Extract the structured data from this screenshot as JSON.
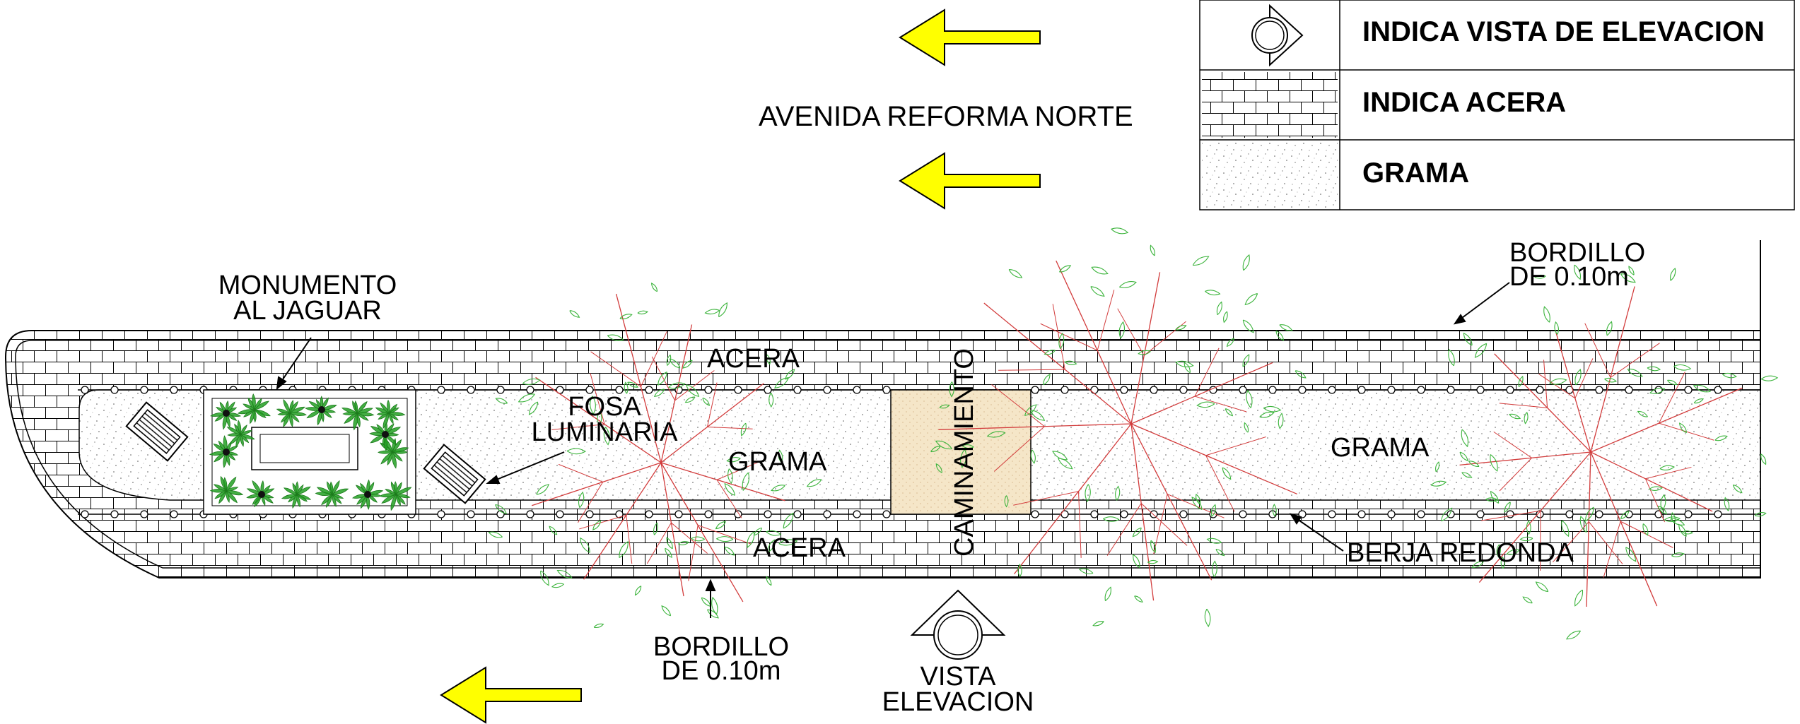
{
  "legend": {
    "rows": [
      {
        "icon": "elevation-view-symbol-icon",
        "text": "INDICA VISTA DE ELEVACION"
      },
      {
        "icon": "paving-pattern-icon",
        "text": "INDICA ACERA"
      },
      {
        "icon": "grass-stipple-icon",
        "text": "GRAMA"
      }
    ]
  },
  "street": {
    "name": "AVENIDA REFORMA NORTE",
    "arrow_color": "#ffff00"
  },
  "labels": {
    "monument": [
      "MONUMENTO",
      "AL JAGUAR"
    ],
    "fosa": [
      "FOSA",
      "LUMINARIA"
    ],
    "acera_top": "ACERA",
    "acera_bottom": "ACERA",
    "grama_left": "GRAMA",
    "grama_right": "GRAMA",
    "caminamiento": "CAMINAMIENTO",
    "bordillo_top": [
      "BORDILLO",
      "DE 0.10m"
    ],
    "bordillo_bottom": [
      "BORDILLO",
      "DE 0.10m"
    ],
    "berja": "BERJA REDONDA",
    "vista": [
      "VISTA",
      "ELEVACION"
    ]
  },
  "colors": {
    "tree_foliage": "#3cb43c",
    "tree_branches": "#d23c3c",
    "planting": "#22a022",
    "path_fill": "#f5e6c8"
  }
}
